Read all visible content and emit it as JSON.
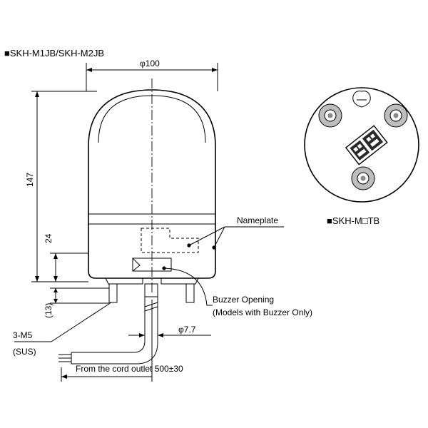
{
  "title": "■SKH-M1JB/SKH-M2JB",
  "bottom_view_label": "■SKH-M□TB",
  "dimensions": {
    "diameter": "φ100",
    "height": "147",
    "base_height": "24",
    "stud_length": "(13)",
    "cord_diameter": "φ7.7"
  },
  "callouts": {
    "nameplate": "Nameplate",
    "buzzer_line1": "Buzzer Opening",
    "buzzer_line2": "(Models with Buzzer Only)",
    "screw_line1": "3-M5",
    "screw_line2": "(SUS)",
    "cord_outlet": "From the cord outlet 500±30"
  }
}
